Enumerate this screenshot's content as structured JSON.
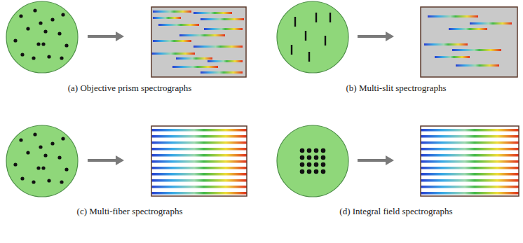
{
  "diagram": {
    "labels": [
      "(a) Objective prism spectrographs",
      "(b) Multi-slit spectrographs",
      "(c) Multi-fiber spectrographs",
      "(d) Integral  field spectrographs"
    ]
  }
}
